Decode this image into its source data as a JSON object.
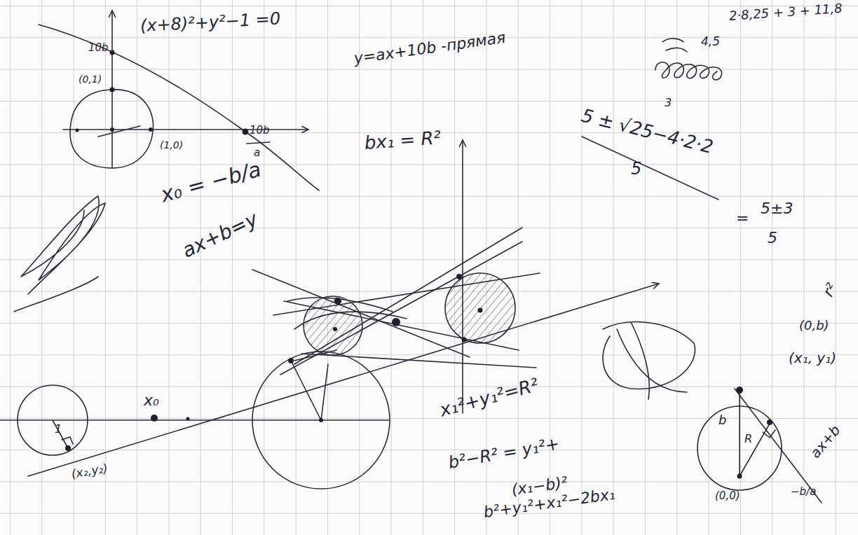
{
  "diagram": {
    "labels": [
      "(x+8)²+y²−1 =0",
      "y=ax+10b -прямая",
      "2·8,25 + 3 + 11,8",
      "4,5",
      "10b",
      "(0,1)",
      "(1,0)",
      "10b",
      "a",
      "5 ± √25−4·2·2",
      "3",
      "5",
      "=",
      "5±3",
      "5",
      "bx₁ = R²",
      "x₀ = −b/a",
      "ax+b=y",
      "x₀",
      "x₁²+y₁²=R²",
      "b²−R² = y₁²+",
      "(x₁−b)²",
      "b²+y₁²+x₁²−2bx₁",
      "(0,b)",
      "(x₁, y₁)",
      "ax+b",
      "(0,0)",
      "−b/a",
      "b",
      "R",
      "1",
      "(x₂,y₂)",
      "r²"
    ]
  }
}
